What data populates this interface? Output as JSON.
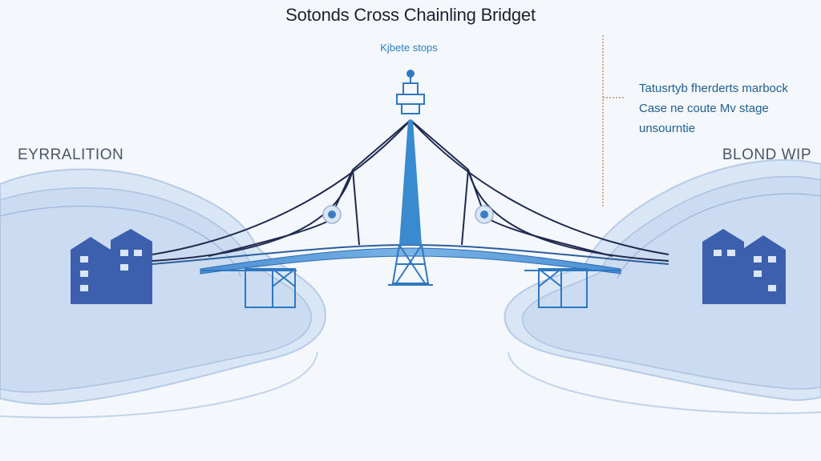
{
  "title": "Sotonds Cross Chainling Bridget",
  "top_label": "Kjbete stops",
  "left_label": "EYRRALITION",
  "right_label": "BLOND WIP",
  "note": {
    "line1": "Tatusrtyb fherderts marbock",
    "line2": "Case ne coute Mv stage",
    "line3": "unsourntie"
  },
  "colors": {
    "background": "#f4f7fb",
    "tower": "#3a8ad0",
    "cables": "#1f2a4e",
    "buildings": "#3c5fae",
    "cloud": "#cfe0f3",
    "accent_text": "#2f7fc0"
  }
}
